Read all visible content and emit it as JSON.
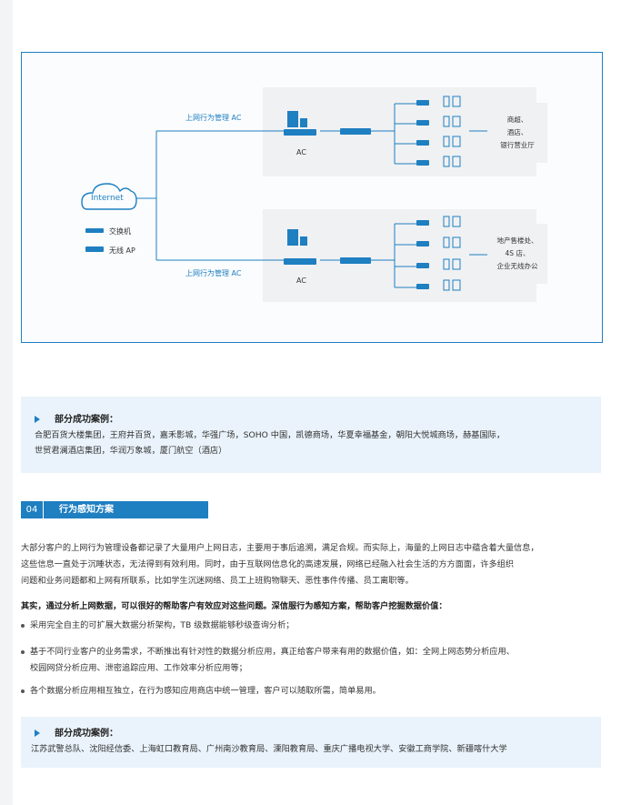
{
  "diagram": {
    "internet_label": "Internet",
    "legend_switch": "交换机",
    "legend_ap": "无线 AP",
    "top_link_label": "上网行为管理 AC",
    "bottom_link_label": "上网行为管理 AC",
    "top_ac_label": "AC",
    "bottom_ac_label": "AC",
    "top_target_lines": [
      "商超、",
      "酒店、",
      "银行营业厅"
    ],
    "bottom_target_lines": [
      "地产售楼处、",
      "4S 店、",
      "企业无线办公"
    ],
    "accent_color": "#1e7fc1"
  },
  "case1": {
    "title": "部分成功案例：",
    "lines": [
      "合肥百货大楼集团，王府井百货，嘉禾影城，华强广场，SOHO 中国，凯德商场，华夏幸福基金，朝阳大悦城商场，赫基国际，",
      "世贸君澜酒店集团，华润万象城，厦门航空（酒店）"
    ]
  },
  "section": {
    "number": "04",
    "title": "行为感知方案"
  },
  "intro_lines": [
    "大部分客户的上网行为管理设备都记录了大量用户上网日志，主要用于事后追溯，满足合规。而实际上，海量的上网日志中蕴含着大量信息，",
    "这些信息一直处于沉睡状态，无法得到有效利用。同时，由于互联网信息化的高速发展，网络已经融入社会生活的方方面面，许多组织",
    "问题和业务问题都和上网有所联系，比如学生沉迷网络、员工上班购物聊天、恶性事件传播、员工离职等。"
  ],
  "bold_statement": "其实，通过分析上网数据，可以很好的帮助客户有效应对这些问题。深信服行为感知方案，帮助客户挖掘数据价值：",
  "bullets": [
    [
      "采用完全自主的可扩展大数据分析架构，TB 级数据能够秒级查询分析；"
    ],
    [
      "基于不同行业客户的业务需求，不断推出有针对性的数据分析应用，真正给客户带来有用的数据价值，如：全网上网态势分析应用、",
      "校园网贷分析应用、泄密追踪应用、工作效率分析应用等；"
    ],
    [
      "各个数据分析应用相互独立，在行为感知应用商店中统一管理，客户可以随取所需，简单易用。"
    ]
  ],
  "case2": {
    "title": "部分成功案例：",
    "lines": [
      "江苏武警总队、沈阳经信委、上海虹口教育局、广州南沙教育局、溧阳教育局、重庆广播电视大学、安徽工商学院、新疆喀什大学"
    ]
  }
}
